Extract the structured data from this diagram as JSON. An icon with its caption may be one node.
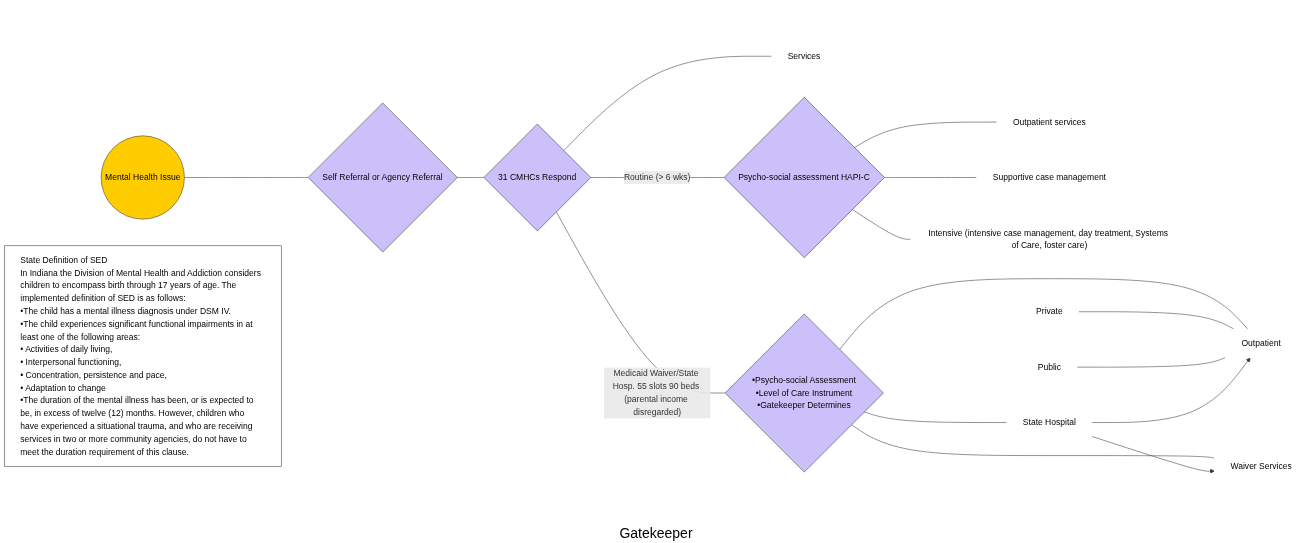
{
  "diagram": {
    "nodes": [
      {
        "text": [
          "Mental Health Issue"
        ]
      },
      {
        "text": [
          "Self Referral or Agency Referral"
        ]
      },
      {
        "text": [
          "31 CMHCs Respond"
        ]
      },
      {
        "text": [
          "Services"
        ]
      },
      {
        "text": [
          "Psycho-social assessment HAPI-C"
        ]
      },
      {
        "text": [
          "Outpatient services"
        ]
      },
      {
        "text": [
          "Supportive case management"
        ]
      },
      {
        "text": [
          "Intensive (intensive case management, day treatment, Systems of Care, foster care)"
        ]
      },
      {
        "text": [
          "•Psycho-social Assessment",
          "•Level of Care Instrument",
          "•Gatekeeper Determines"
        ]
      },
      {
        "text": [
          "Outpatient"
        ]
      },
      {
        "text": [
          "Private"
        ]
      },
      {
        "text": [
          "Public"
        ]
      },
      {
        "text": [
          "Waiver Services"
        ]
      },
      {
        "text": [
          "State Hospital"
        ]
      },
      {
        "text": [
          "State Definition of SED",
          "In Indiana the Division of Mental Health and Addiction considers children to encompass birth through 17 years of age. The implemented definition of SED is as follows:",
          "•The child has a mental illness diagnosis under DSM IV.",
          "•The child experiences significant functional impairments in at least one of the following areas:",
          "• Activities of daily living,",
          "• Interpersonal functioning,",
          "• Concentration, persistence and pace,",
          "• Adaptation to change",
          "•The duration of the mental illness has been, or is expected to be, in excess of twelve (12) months. However, children who have experienced a situational trauma, and who are receiving services in two or more community agencies, do not have to meet the duration requirement of this clause."
        ]
      }
    ],
    "edges": [
      {
        "from": 0,
        "to": 1,
        "arrow": "none"
      },
      {
        "from": 1,
        "to": 2,
        "arrow": "none"
      },
      {
        "from": 2,
        "to": 3,
        "arrow": "none"
      },
      {
        "from": 2,
        "to": 4,
        "arrow": "none",
        "label": "Routine (> 6 wks)"
      },
      {
        "from": 2,
        "to": 8,
        "arrow": "none",
        "label": "Medicaid Waiver/State Hosp. 55 slots 90 beds (parental income disregarded)"
      },
      {
        "from": 4,
        "to": 5,
        "arrow": "none"
      },
      {
        "from": 4,
        "to": 6,
        "arrow": "none"
      },
      {
        "from": 4,
        "to": 7,
        "arrow": "none"
      },
      {
        "from": 8,
        "to": 9,
        "arrow": "none"
      },
      {
        "from": 8,
        "to": 12,
        "arrow": "none"
      },
      {
        "from": 8,
        "to": 13,
        "arrow": "none"
      },
      {
        "from": 10,
        "to": 9,
        "arrow": "none"
      },
      {
        "from": 11,
        "to": 9,
        "arrow": "none"
      },
      {
        "from": 13,
        "to": 9,
        "arrow": "to"
      },
      {
        "from": 13,
        "to": 12,
        "arrow": "to"
      }
    ],
    "labels": [
      "Gatekeeper"
    ]
  }
}
